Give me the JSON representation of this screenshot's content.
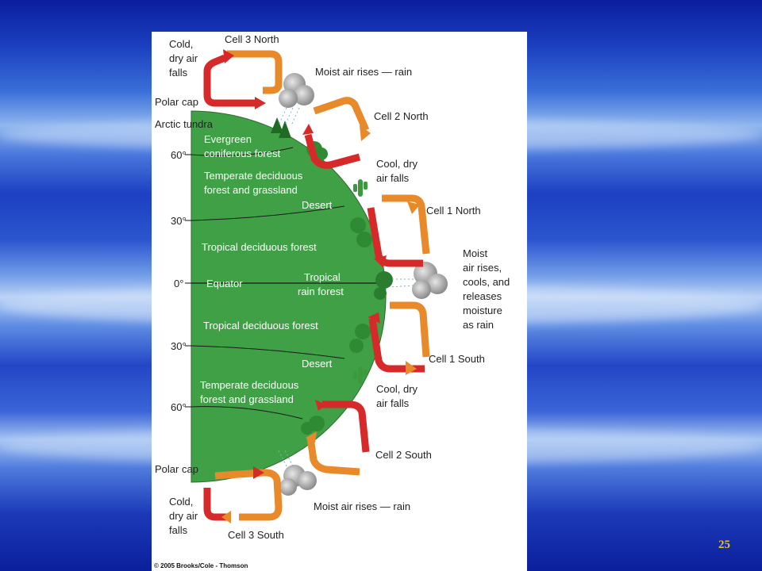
{
  "slide": {
    "page_number": "25"
  },
  "diagram": {
    "labels": {
      "cold_dry_air_falls_north": [
        "Cold,",
        "dry air",
        "falls"
      ],
      "cell3_north": "Cell 3 North",
      "moist_air_rises_rain_north": "Moist air rises — rain",
      "polar_cap_north": "Polar cap",
      "arctic_tundra": "Arctic tundra",
      "cell2_north": "Cell 2 North",
      "evergreen": [
        "Evergreen",
        "coniferous forest"
      ],
      "lat_60_north": "60°",
      "cool_dry_air_falls_north": [
        "Cool, dry",
        "air falls"
      ],
      "temperate_north": [
        "Temperate deciduous",
        "forest and grassland"
      ],
      "desert_north": "Desert",
      "cell1_north": "Cell 1 North",
      "lat_30_north": "30°",
      "tropical_deciduous_north": "Tropical deciduous forest",
      "moist_air_equator": [
        "Moist",
        "air rises,",
        "cools, and",
        "releases",
        "moisture",
        "as rain"
      ],
      "lat_0": "0°",
      "equator": "Equator",
      "tropical_rain_forest": [
        "Tropical",
        "rain forest"
      ],
      "tropical_deciduous_south": "Tropical deciduous forest",
      "lat_30_south": "30°",
      "cell1_south": "Cell 1 South",
      "desert_south": "Desert",
      "cool_dry_air_falls_south": [
        "Cool, dry",
        "air falls"
      ],
      "temperate_south": [
        "Temperate deciduous",
        "forest and grassland"
      ],
      "lat_60_south": "60°",
      "cell2_south": "Cell 2 South",
      "polar_cap_south": "Polar cap",
      "moist_air_rises_rain_south": "Moist air rises — rain",
      "cold_dry_air_falls_south": [
        "Cold,",
        "dry air",
        "falls"
      ],
      "cell3_south": "Cell 3 South",
      "copyright": "© 2005 Brooks/Cole - Thomson"
    },
    "colors": {
      "earth": "#3fa046",
      "warm_arrow": "#e8892a",
      "cool_arrow": "#d62a2a",
      "cloud": "#9a9a9a",
      "page_number": "#e8c020"
    }
  }
}
